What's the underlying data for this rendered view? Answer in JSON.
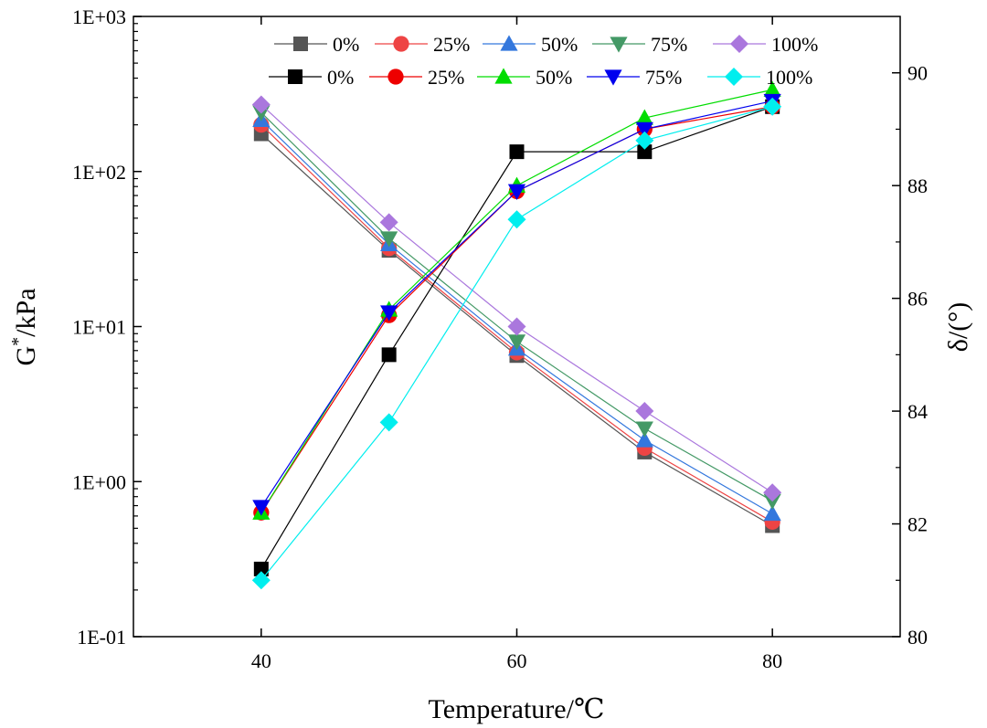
{
  "chart_data": {
    "type": "line",
    "xlabel": "Temperature/℃",
    "ylabel_left_base": "G",
    "ylabel_left_sup": "*",
    "ylabel_left_unit": "/kPa",
    "ylabel_right": "δ/(°)",
    "x": [
      40,
      50,
      60,
      70,
      80
    ],
    "xlim": [
      30,
      90
    ],
    "x_ticks": [
      40,
      60,
      80
    ],
    "x_tick_labels": [
      "40",
      "60",
      "80"
    ],
    "y_left_scale": "log",
    "y_left_lim": [
      0.1,
      1000
    ],
    "y_left_ticks": [
      0.1,
      1,
      10,
      100,
      1000
    ],
    "y_left_tick_labels": [
      "1E-01",
      "1E+00",
      "1E+01",
      "1E+02",
      "1E+03"
    ],
    "y_right_lim": [
      80,
      91
    ],
    "y_right_ticks": [
      80,
      82,
      84,
      86,
      88,
      90
    ],
    "y_right_tick_labels": [
      "80",
      "82",
      "84",
      "86",
      "88",
      "90"
    ],
    "grid": false,
    "legend_position": "top",
    "series": [
      {
        "name": "0%",
        "axis": "left",
        "marker": "square",
        "color": "#555555",
        "values": [
          175,
          31,
          6.5,
          1.55,
          0.52
        ]
      },
      {
        "name": "25%",
        "axis": "left",
        "marker": "circle",
        "color": "#EE4444",
        "values": [
          200,
          32,
          6.8,
          1.65,
          0.55
        ]
      },
      {
        "name": "50%",
        "axis": "left",
        "marker": "triangle",
        "color": "#3377DD",
        "values": [
          215,
          34,
          7.2,
          1.85,
          0.62
        ]
      },
      {
        "name": "75%",
        "axis": "left",
        "marker": "tri-down",
        "color": "#449966",
        "values": [
          240,
          37,
          8.0,
          2.2,
          0.75
        ]
      },
      {
        "name": "100%",
        "axis": "left",
        "marker": "diamond",
        "color": "#AA77DD",
        "values": [
          270,
          47,
          10.0,
          2.85,
          0.85
        ]
      },
      {
        "name": "0%",
        "axis": "right",
        "marker": "square",
        "color": "#000000",
        "values": [
          81.2,
          85.0,
          88.6,
          88.6,
          89.4
        ]
      },
      {
        "name": "25%",
        "axis": "right",
        "marker": "circle",
        "color": "#EE0000",
        "values": [
          82.2,
          85.7,
          87.9,
          89.0,
          89.4
        ]
      },
      {
        "name": "50%",
        "axis": "right",
        "marker": "triangle",
        "color": "#00DD00",
        "values": [
          82.2,
          85.8,
          88.0,
          89.2,
          89.7
        ]
      },
      {
        "name": "75%",
        "axis": "right",
        "marker": "tri-down",
        "color": "#0000EE",
        "values": [
          82.3,
          85.75,
          87.9,
          89.0,
          89.5
        ]
      },
      {
        "name": "100%",
        "axis": "right",
        "marker": "diamond",
        "color": "#00EEEE",
        "values": [
          81.0,
          83.8,
          87.4,
          88.8,
          89.4
        ]
      }
    ]
  }
}
